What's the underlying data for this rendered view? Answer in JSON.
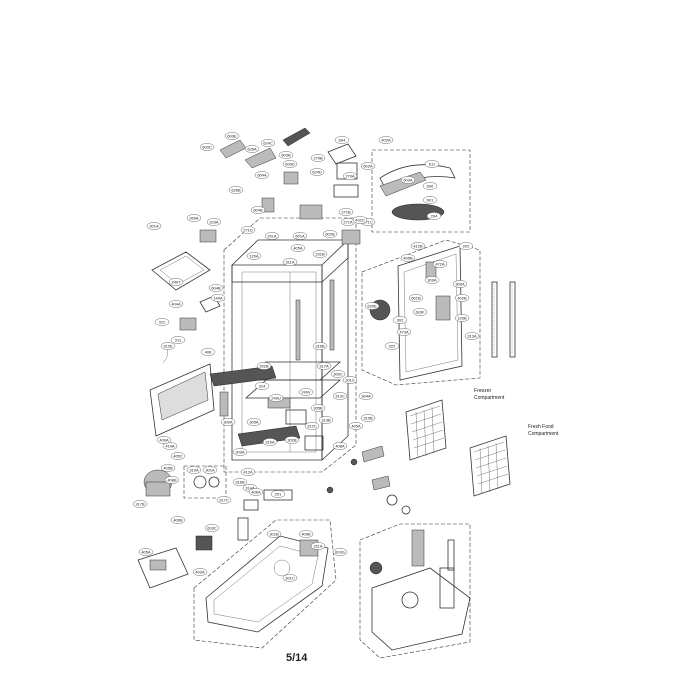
{
  "page_number": "5/14",
  "notes": {
    "freezer": [
      "Freezer",
      "Compartment"
    ],
    "fresh_food": [
      "Fresh Food",
      "Compartment"
    ]
  },
  "callouts": [
    "603C",
    "603E",
    "626A",
    "624C",
    "604",
    "270B",
    "603B",
    "604A",
    "603D",
    "624D",
    "270A",
    "602A",
    "604B",
    "626B",
    "271B",
    "271A",
    "271C",
    "402A",
    "611",
    "603A",
    "606",
    "601",
    "204",
    "301A",
    "269A",
    "203A",
    "271D",
    "251A",
    "601A",
    "602B",
    "402C",
    "405A",
    "120A",
    "311A",
    "231B",
    "412B",
    "202",
    "405B",
    "472A",
    "309A",
    "300A",
    "402B",
    "601B",
    "603F",
    "620E",
    "302",
    "473A",
    "322",
    "120B",
    "313A",
    "249T",
    "404A",
    "604B",
    "140A",
    "312",
    "312E",
    "311",
    "408",
    "202B",
    "314",
    "249U",
    "249V",
    "305B",
    "302B",
    "316A",
    "316B",
    "317A",
    "300C",
    "301C",
    "304A",
    "313C",
    "310B",
    "313B",
    "312C",
    "405A",
    "408A",
    "300A",
    "305A",
    "303A",
    "412A",
    "414A",
    "409A",
    "405C",
    "405B",
    "408B",
    "317B",
    "310A",
    "301A",
    "316B",
    "314A",
    "406A",
    "317C",
    "201",
    "301B",
    "409B",
    "311A",
    "603G",
    "301C",
    "402A",
    "405A",
    "406B",
    "603C"
  ]
}
